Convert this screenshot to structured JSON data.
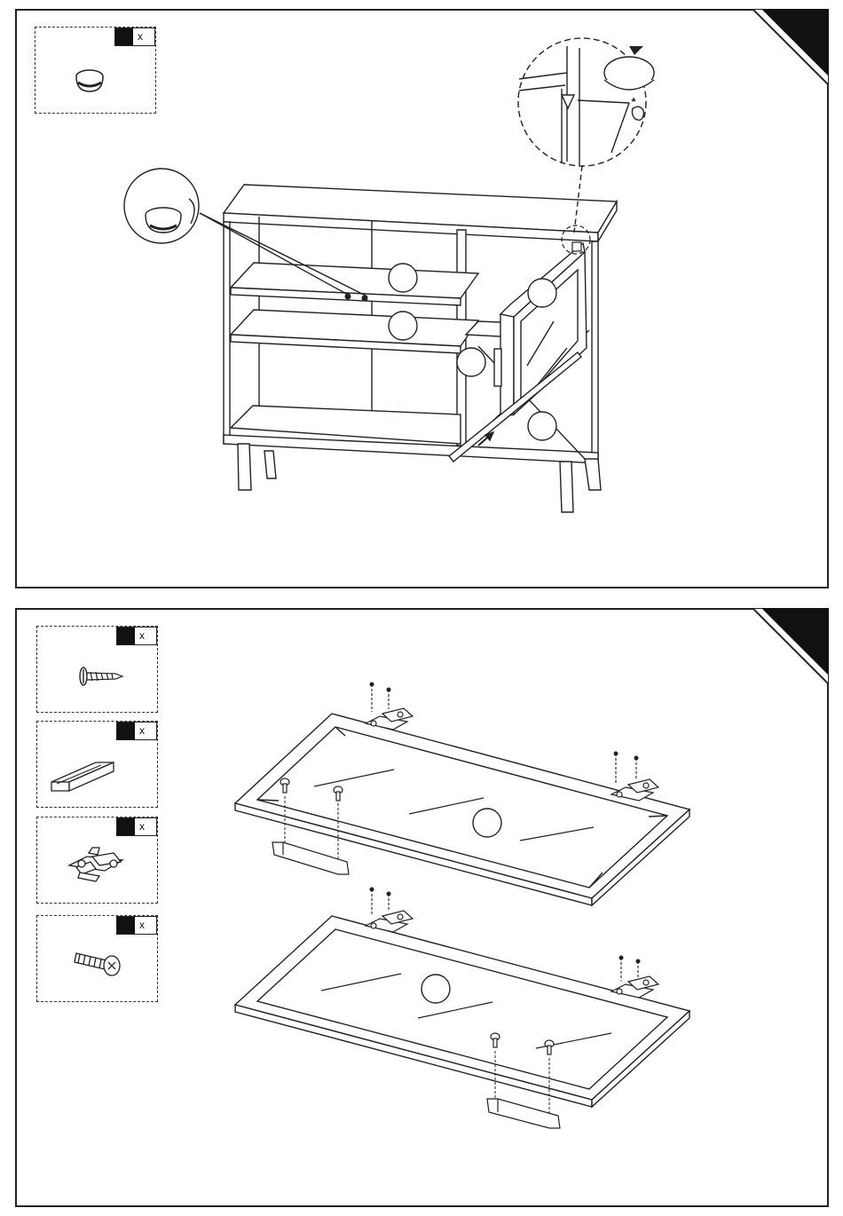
{
  "step_1": {
    "parts": [
      {
        "icon": "knob-icon",
        "qty_label": "x"
      }
    ]
  },
  "step_2": {
    "parts": [
      {
        "icon": "wood-screw-icon",
        "qty_label": "x"
      },
      {
        "icon": "door-handle-icon",
        "qty_label": "x"
      },
      {
        "icon": "cabinet-hinge-icon",
        "qty_label": "x"
      },
      {
        "icon": "machine-screw-icon",
        "qty_label": "x"
      }
    ]
  },
  "colors": {
    "line": "#222222",
    "corner_tab": "#111111",
    "background": "#ffffff"
  }
}
